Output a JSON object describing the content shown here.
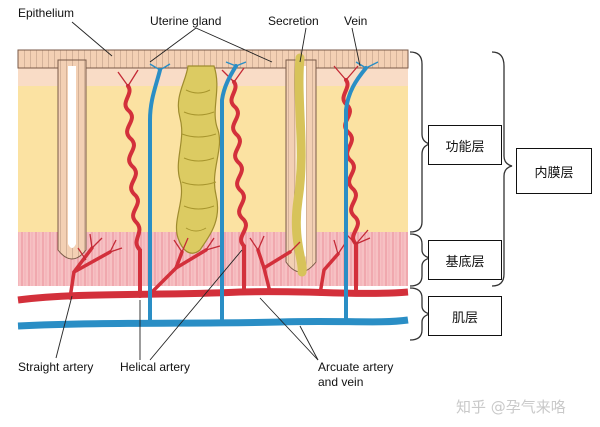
{
  "labels": {
    "epithelium": "Epithelium",
    "uterine_gland": "Uterine gland",
    "secretion": "Secretion",
    "vein": "Vein",
    "straight_artery": "Straight artery",
    "helical_artery": "Helical artery",
    "arcuate_line1": "Arcuate artery",
    "arcuate_line2": "and vein"
  },
  "boxes": {
    "functional_layer": "功能层",
    "basal_layer": "基底层",
    "endometrium": "内膜层",
    "myometrium": "肌层"
  },
  "watermark": "知乎 @孕气来咯",
  "colors": {
    "epithelium_fill": "#f6d2b4",
    "functional_band": "#fbe2a0",
    "basal_band": "#f7c2c2",
    "artery": "#d3303b",
    "vein": "#2a8ec5",
    "gland": "#d9c860"
  }
}
